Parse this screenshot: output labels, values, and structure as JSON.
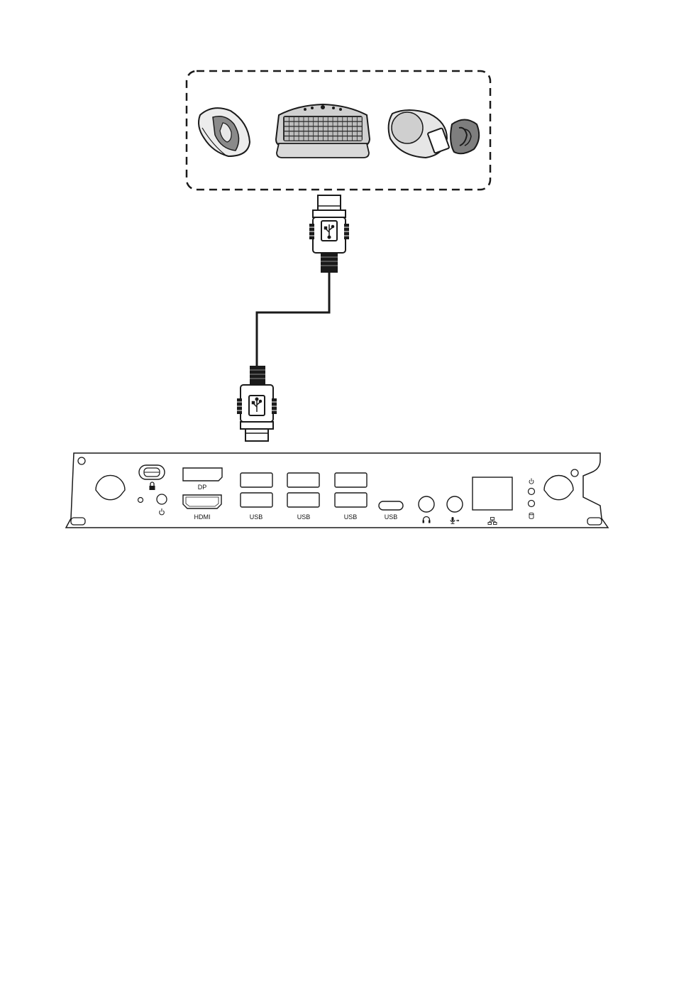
{
  "devices": {
    "mouse_icon": "usb-mouse-icon",
    "keyboard_icon": "usb-keyboard-icon",
    "flash_drive_icon": "usb-flash-drive-icon"
  },
  "panel": {
    "labels": {
      "dp": "DP",
      "hdmi": "HDMI",
      "usb1": "USB",
      "usb2": "USB",
      "usb3": "USB",
      "usb_c": "USB"
    },
    "icons": [
      "lock-icon",
      "power-icon",
      "headphone-icon",
      "microphone-icon",
      "lan-icon",
      "led-power-icon",
      "hdd-icon"
    ]
  },
  "colors": {
    "line": "#1a1a1a",
    "grey": "#7a7a7a",
    "light_grey": "#d9d9d9"
  }
}
